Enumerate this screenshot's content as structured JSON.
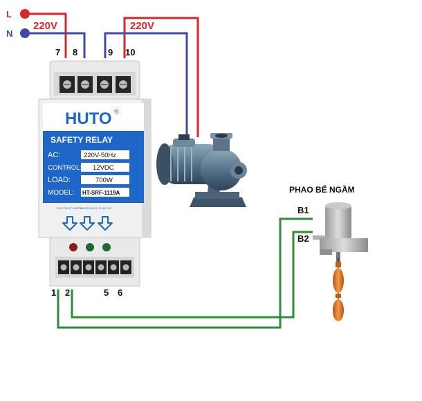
{
  "supply": {
    "line_label": "L",
    "neutral_label": "N",
    "voltage": "220V"
  },
  "load": {
    "voltage": "220V"
  },
  "terminals": {
    "top": [
      "7",
      "8",
      "9",
      "10"
    ],
    "bottom": [
      "1",
      "2",
      "5",
      "6"
    ]
  },
  "relay": {
    "brand": "HUTO",
    "registered": "®",
    "title": "SAFETY RELAY",
    "specs": [
      {
        "label": "AC:",
        "value": "220V-50Hz"
      },
      {
        "label": "CONTROL:",
        "value": "12VDC"
      },
      {
        "label": "LOAD:",
        "value": "700W"
      },
      {
        "label": "MODEL:",
        "value": "HT-SRF-1119A"
      }
    ],
    "indicators": [
      {
        "label": "ELECTRICITY SUPPLY"
      },
      {
        "label": "FLOAT BELOW"
      },
      {
        "label": "FLOAT ON"
      }
    ]
  },
  "float": {
    "title": "PHAO BỂ NGẦM",
    "b1": "B1",
    "b2": "B2"
  },
  "colors": {
    "red_wire": "#d9252b",
    "blue_wire": "#3e49a8",
    "green_wire": "#2e8b3a",
    "relay_blue": "#1f66c9",
    "float_orange": "#e4731d"
  }
}
